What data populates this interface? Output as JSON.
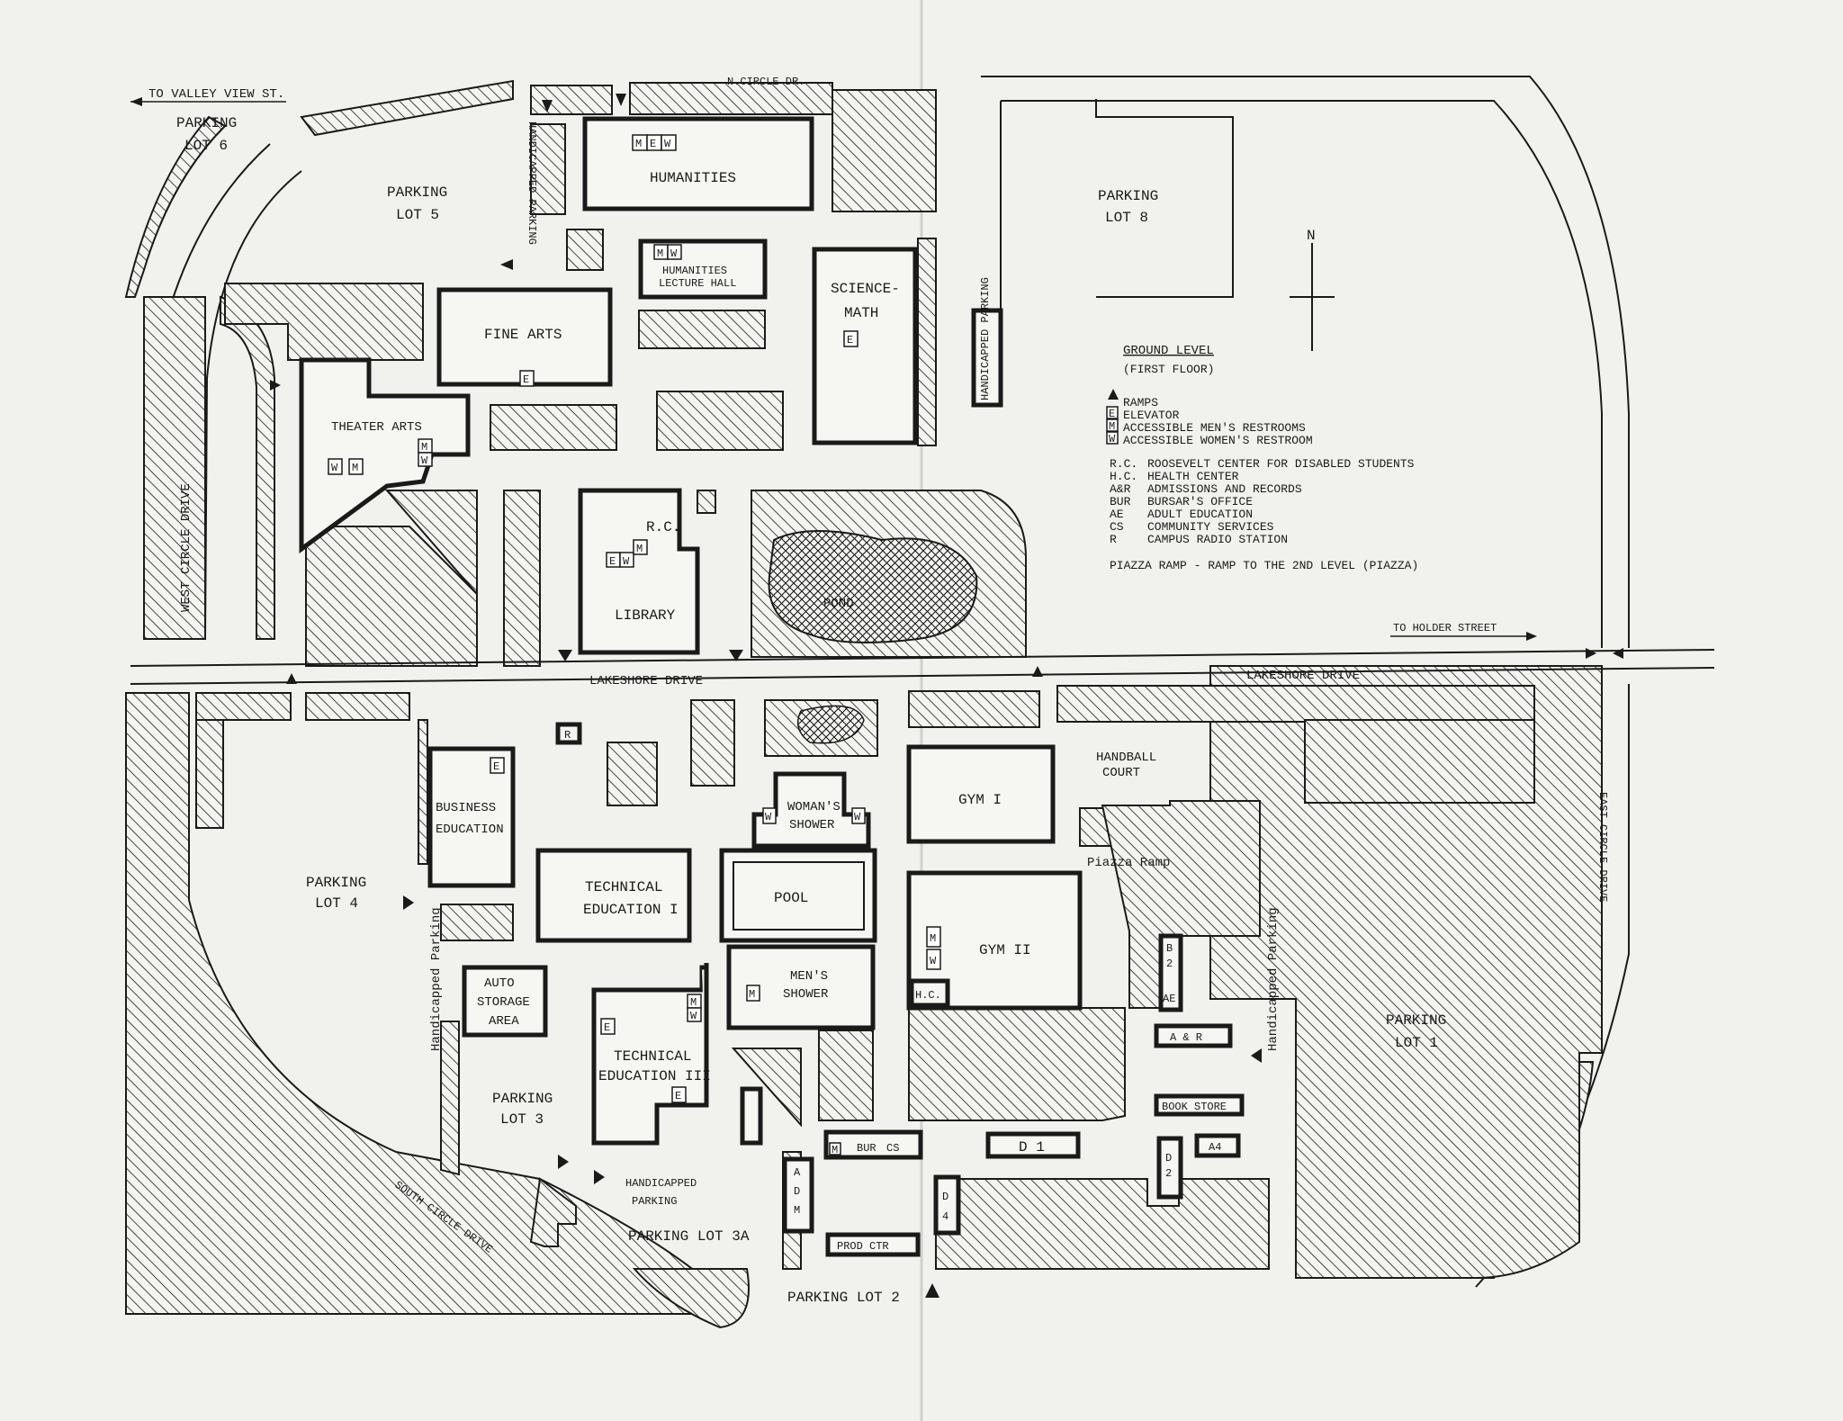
{
  "streets": {
    "n_circle": "N.CIRCLE DR.",
    "valley_view": "TO VALLEY VIEW ST.",
    "west_circle": "WEST CIRCLE DRIVE",
    "east_circle": "EAST CIRCLE DRIVE",
    "south_circle": "SOUTH CIRCLE DRIVE",
    "lakeshore": "LAKESHORE DRIVE",
    "holder": "TO HOLDER STREET"
  },
  "parking": {
    "lot6_a": "PARKING",
    "lot6_b": "LOT 6",
    "lot5_a": "PARKING",
    "lot5_b": "LOT 5",
    "lot8_a": "PARKING",
    "lot8_b": "LOT 8",
    "lot4_a": "PARKING",
    "lot4_b": "LOT 4",
    "lot3_a": "PARKING",
    "lot3_b": "LOT 3",
    "lot3a": "PARKING LOT 3A",
    "lot2": "PARKING LOT 2",
    "lot1_a": "PARKING",
    "lot1_b": "LOT 1",
    "handicapped": "HANDICAPPED PARKING",
    "handicapped_a": "HANDICAPPED",
    "handicapped_b": "PARKING",
    "handicapped_title": "Handicapped Parking"
  },
  "buildings": {
    "humanities": "HUMANITIES",
    "hum_lecture_a": "HUMANITIES",
    "hum_lecture_b": "LECTURE HALL",
    "science_a": "SCIENCE-",
    "science_b": "MATH",
    "fine_arts": "FINE ARTS",
    "theater_arts": "THEATER ARTS",
    "library": "LIBRARY",
    "rc": "R.C.",
    "pond": "POND",
    "business_a": "BUSINESS",
    "business_b": "EDUCATION",
    "tech1_a": "TECHNICAL",
    "tech1_b": "EDUCATION I",
    "tech3_a": "TECHNICAL",
    "tech3_b": "EDUCATION III",
    "auto_a": "AUTO",
    "auto_b": "STORAGE",
    "auto_c": "AREA",
    "womans_a": "WOMAN'S",
    "womans_b": "SHOWER",
    "pool": "POOL",
    "mens_a": "MEN'S",
    "mens_b": "SHOWER",
    "gym1": "GYM I",
    "gym2": "GYM II",
    "handball_a": "HANDBALL",
    "handball_b": "COURT",
    "piazza_ramp": "Piazza Ramp",
    "hc": "H.C.",
    "b2a": "B",
    "b2b": "2",
    "ae": "AE",
    "ar": "A & R",
    "bookstore": "BOOK STORE",
    "a4": "A4",
    "d1": "D 1",
    "d2a": "D",
    "d2b": "2",
    "d4a": "D",
    "d4b": "4",
    "bur": "BUR",
    "cs": "CS",
    "adm_a": "A",
    "adm_b": "D",
    "adm_c": "M",
    "prod": "PROD  CTR",
    "r": "R"
  },
  "symbols": {
    "e": "E",
    "m": "M",
    "w": "W"
  },
  "compass": "N",
  "legend": {
    "title": "GROUND LEVEL",
    "subtitle": "(FIRST FLOOR)",
    "ramps": "RAMPS",
    "elevator": "ELEVATOR",
    "mens": "ACCESSIBLE MEN'S RESTROOMS",
    "womens": "ACCESSIBLE WOMEN'S RESTROOM",
    "abbr": [
      {
        "k": "R.C.",
        "v": "ROOSEVELT CENTER FOR DISABLED STUDENTS"
      },
      {
        "k": "H.C.",
        "v": "HEALTH CENTER"
      },
      {
        "k": "A&R",
        "v": "ADMISSIONS AND RECORDS"
      },
      {
        "k": "BUR",
        "v": "BURSAR'S OFFICE"
      },
      {
        "k": "AE",
        "v": "ADULT EDUCATION"
      },
      {
        "k": "CS",
        "v": "COMMUNITY SERVICES"
      },
      {
        "k": "R",
        "v": "CAMPUS RADIO STATION"
      }
    ],
    "piazza": "PIAZZA RAMP - RAMP TO THE 2ND LEVEL (PIAZZA)"
  }
}
